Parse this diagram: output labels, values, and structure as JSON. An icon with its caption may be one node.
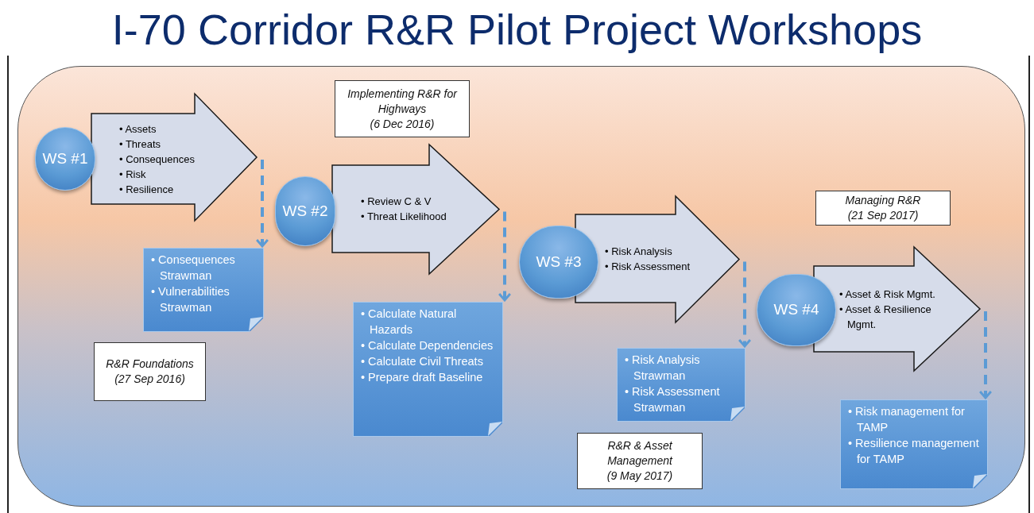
{
  "diagram": {
    "title": "I-70 Corridor R&R Pilot Project Workshops",
    "nodes": [
      {
        "text": [
          "WS #1"
        ]
      },
      {
        "text": [
          "• Assets",
          "• Threats",
          "• Consequences",
          "• Risk",
          "• Resilience"
        ]
      },
      {
        "text": [
          "• Consequences Strawman",
          "• Vulnerabilities Strawman"
        ]
      },
      {
        "text": [
          "R&R Foundations",
          "(27 Sep 2016)"
        ]
      },
      {
        "text": [
          "WS #2"
        ]
      },
      {
        "text": [
          "• Review C & V",
          "• Threat Likelihood"
        ]
      },
      {
        "text": [
          "• Calculate Natural Hazards",
          "• Calculate Dependencies",
          "• Calculate Civil Threats",
          "• Prepare draft Baseline"
        ]
      },
      {
        "text": [
          "Implementing R&R for Highways",
          "(6 Dec 2016)"
        ]
      },
      {
        "text": [
          "WS #3"
        ]
      },
      {
        "text": [
          "• Risk Analysis",
          "• Risk Assessment"
        ]
      },
      {
        "text": [
          "• Risk Analysis Strawman",
          "• Risk Assessment Strawman"
        ]
      },
      {
        "text": [
          "R&R & Asset Management",
          "(9 May 2017)"
        ]
      },
      {
        "text": [
          "WS #4"
        ]
      },
      {
        "text": [
          "• Asset & Risk Mgmt.",
          "• Asset & Resilience Mgmt."
        ]
      },
      {
        "text": [
          "• Risk management for TAMP",
          "• Resilience management for TAMP"
        ]
      },
      {
        "text": [
          "Managing R&R",
          "(21 Sep 2017)"
        ]
      }
    ],
    "edges": [
      {
        "from": 1,
        "to": 2,
        "arrow": "to",
        "style": "dashed"
      },
      {
        "from": 5,
        "to": 6,
        "arrow": "to",
        "style": "dashed"
      },
      {
        "from": 9,
        "to": 10,
        "arrow": "to",
        "style": "dashed"
      },
      {
        "from": 13,
        "to": 14,
        "arrow": "to",
        "style": "dashed"
      }
    ]
  }
}
